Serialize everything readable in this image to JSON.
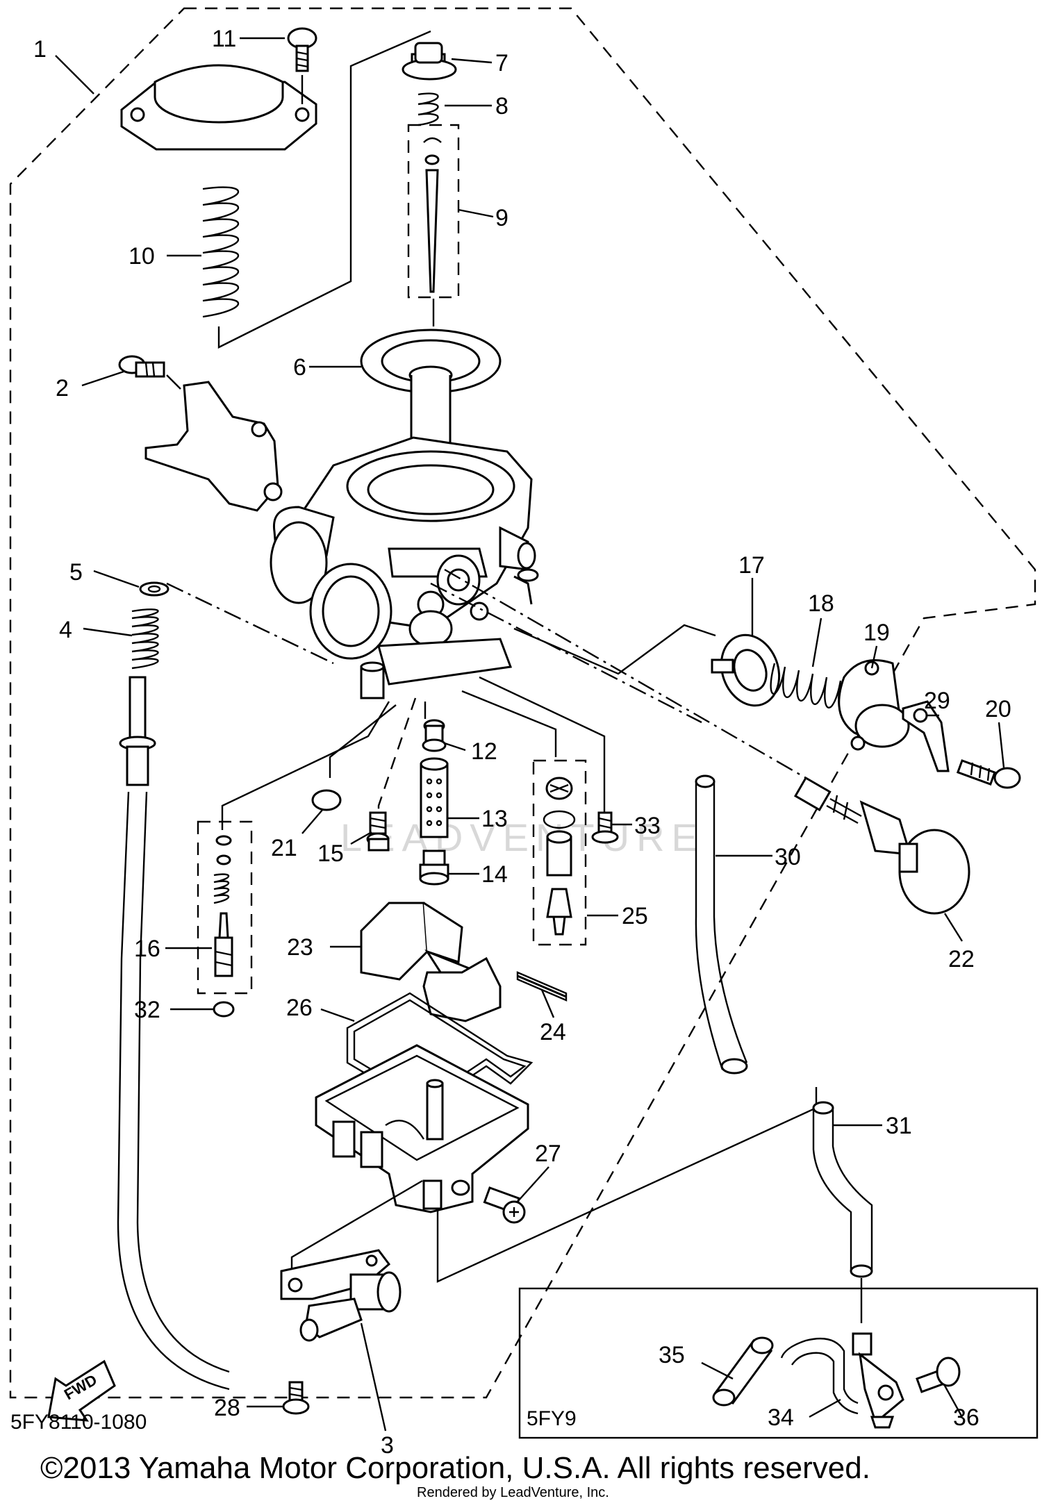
{
  "diagram": {
    "diagram_code": "5FY8110-1080",
    "inset_label": "5FY9",
    "fwd_label": "FWD",
    "watermark": "LEADVENTURE",
    "copyright": "©2013 Yamaha Motor Corporation, U.S.A. All rights reserved.",
    "rendered_by": "Rendered by LeadVenture, Inc.",
    "callouts": [
      "1",
      "2",
      "3",
      "4",
      "5",
      "6",
      "7",
      "8",
      "9",
      "10",
      "11",
      "12",
      "13",
      "14",
      "15",
      "16",
      "17",
      "18",
      "19",
      "20",
      "21",
      "22",
      "23",
      "24",
      "25",
      "26",
      "27",
      "28",
      "29",
      "30",
      "31",
      "32",
      "33",
      "34",
      "35",
      "36"
    ]
  }
}
